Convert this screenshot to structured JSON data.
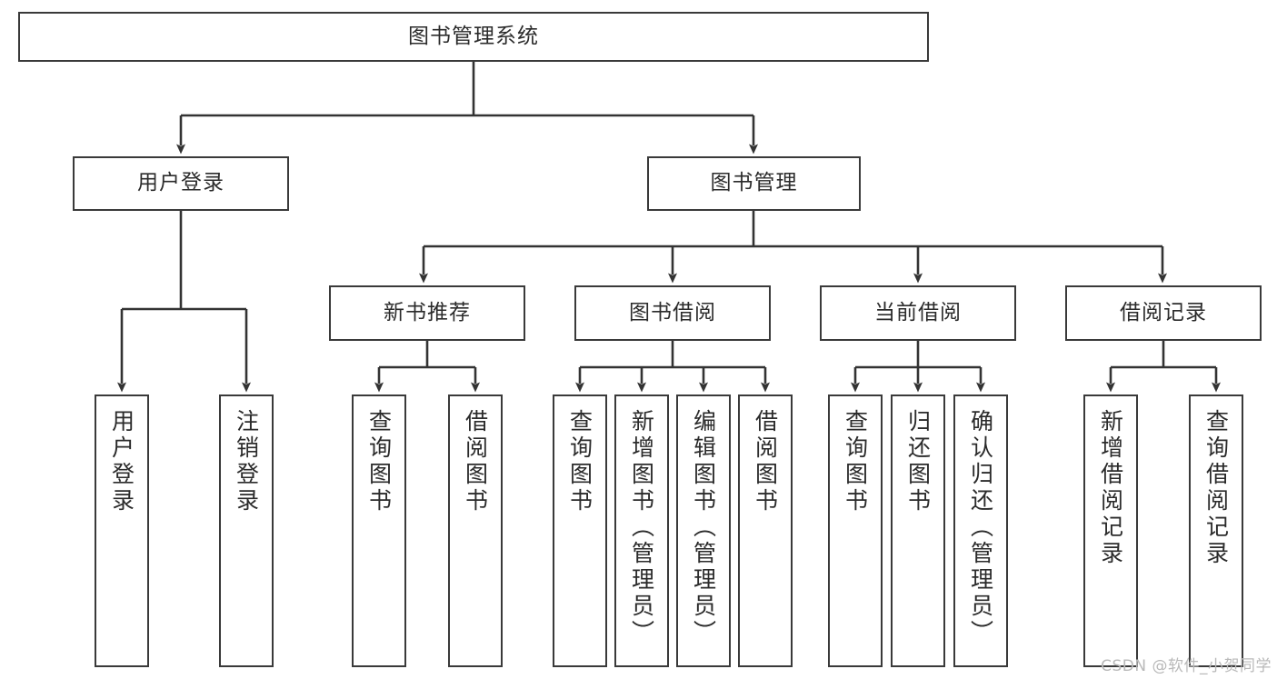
{
  "diagram": {
    "type": "tree",
    "title": "图书管理系统",
    "root": {
      "label": "图书管理系统"
    },
    "level1": [
      {
        "label": "用户登录"
      },
      {
        "label": "图书管理"
      }
    ],
    "level2": [
      {
        "label": "新书推荐"
      },
      {
        "label": "图书借阅"
      },
      {
        "label": "当前借阅"
      },
      {
        "label": "借阅记录"
      }
    ],
    "leaves": {
      "user_login": [
        {
          "label": "用户登录"
        },
        {
          "label": "注销登录"
        }
      ],
      "new_book_recommend": [
        {
          "label": "查询图书"
        },
        {
          "label": "借阅图书"
        }
      ],
      "book_borrow": [
        {
          "label": "查询图书"
        },
        {
          "label": "新增图书（管理员）"
        },
        {
          "label": "编辑图书（管理员）"
        },
        {
          "label": "借阅图书"
        }
      ],
      "current_borrow": [
        {
          "label": "查询图书"
        },
        {
          "label": "归还图书"
        },
        {
          "label": "确认归还（管理员）"
        }
      ],
      "borrow_record": [
        {
          "label": "新增借阅记录"
        },
        {
          "label": "查询借阅记录"
        }
      ]
    },
    "colors": {
      "box_border": "#3a3a3a",
      "box_fill": "#ffffff",
      "connector": "#333333",
      "text": "#2b2b2b",
      "watermark": "#b9b9b9"
    }
  },
  "watermark": {
    "text": "CSDN @软件_小贺同学"
  }
}
